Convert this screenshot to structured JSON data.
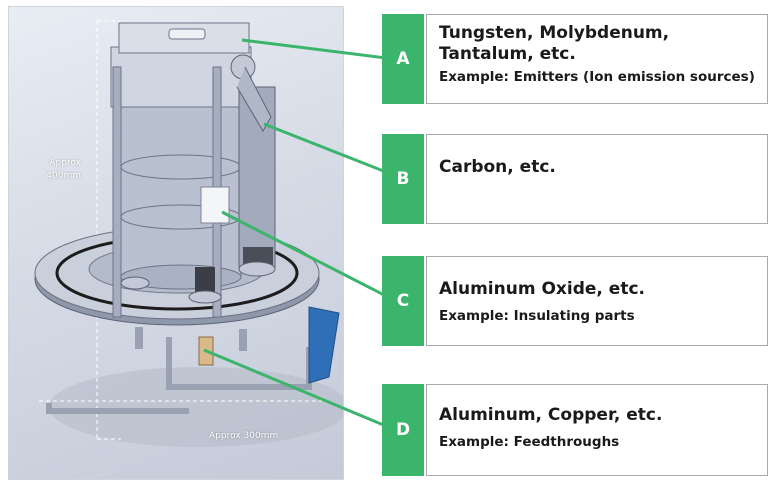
{
  "dimensions": {
    "height_label_line1": "Approx",
    "height_label_line2": "400mm",
    "width_label": "Approx 300mm"
  },
  "callouts": [
    {
      "tag": "A",
      "title": "Tungsten, Molybdenum, Tantalum, etc.",
      "example": "Example: Emitters (Ion emission sources)"
    },
    {
      "tag": "B",
      "title": "Carbon, etc.",
      "example": ""
    },
    {
      "tag": "C",
      "title": "Aluminum Oxide, etc.",
      "example": "Example: Insulating parts"
    },
    {
      "tag": "D",
      "title": "Aluminum, Copper, etc.",
      "example": "Example: Feedthroughs"
    }
  ],
  "colors": {
    "tag_green": "#3bb56c",
    "leader_green": "#3bb56c",
    "box_border": "#a9a9a9"
  }
}
